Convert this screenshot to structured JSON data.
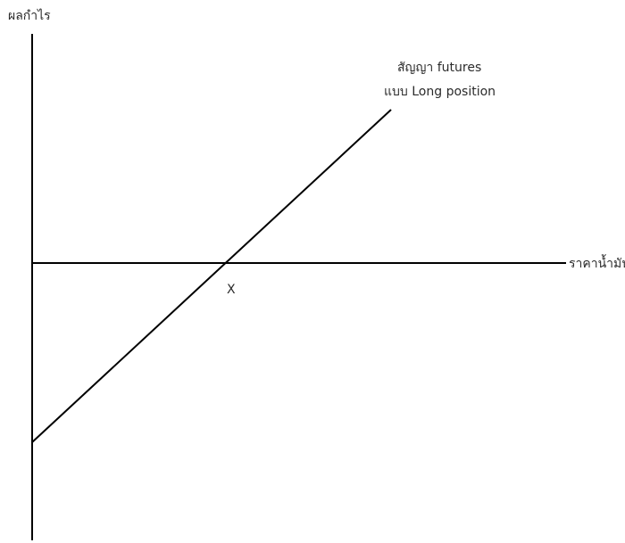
{
  "diagram": {
    "y_axis_label": "ผลกำไร",
    "x_axis_label": "ราคาน้ำมัน",
    "line_label_1": "สัญญา futures",
    "line_label_2": "แบบ Long position",
    "intercept_label": "X"
  },
  "colors": {
    "background": "#ffffff",
    "ink": "#000000",
    "text": "#2b2b2b"
  }
}
